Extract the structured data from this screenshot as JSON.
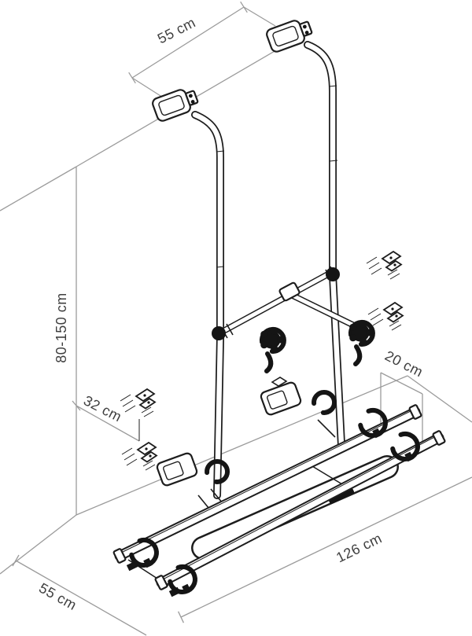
{
  "diagram": {
    "type": "isometric installation drawing",
    "subject": "rear-mounted RV bike carrier with two wall tubes, crossbar bike clamps and twin wheel rails",
    "background": "#ffffff"
  },
  "labels": {
    "top_width": "55 cm",
    "height_range": "80-150 cm",
    "left_offset": "32 cm",
    "rail_gap": "20 cm",
    "rail_length": "126 cm",
    "base_depth": "55 cm"
  },
  "colors": {
    "construction_line": "#9b9b9b",
    "drawing_ink": "#1d1d1d",
    "hardware_black": "#151515",
    "label_text": "#3f3f3f",
    "background": "#ffffff"
  }
}
